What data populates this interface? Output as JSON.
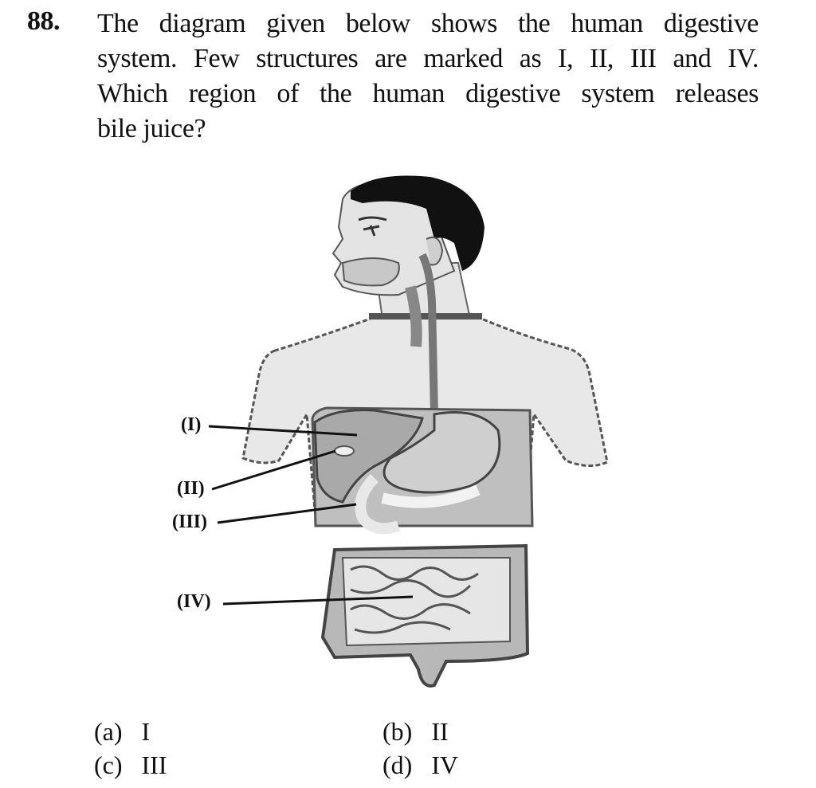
{
  "question": {
    "number": "88.",
    "lines": [
      "The diagram given below shows the human digestive",
      "system. Few structures are marked as I, II, III  and IV.",
      "Which region of the human digestive system releases",
      "bile juice?"
    ]
  },
  "figure": {
    "subject": "human digestive system diagram",
    "labels": [
      {
        "id": "I",
        "text": "(I)",
        "points_to": "liver"
      },
      {
        "id": "II",
        "text": "(II)",
        "points_to": "gall bladder"
      },
      {
        "id": "III",
        "text": "(III)",
        "points_to": "duodenum"
      },
      {
        "id": "IV",
        "text": "(IV)",
        "points_to": "small intestine"
      }
    ]
  },
  "options": [
    {
      "key": "(a)",
      "value": "I"
    },
    {
      "key": "(b)",
      "value": "II"
    },
    {
      "key": "(c)",
      "value": "III"
    },
    {
      "key": "(d)",
      "value": "IV"
    }
  ]
}
